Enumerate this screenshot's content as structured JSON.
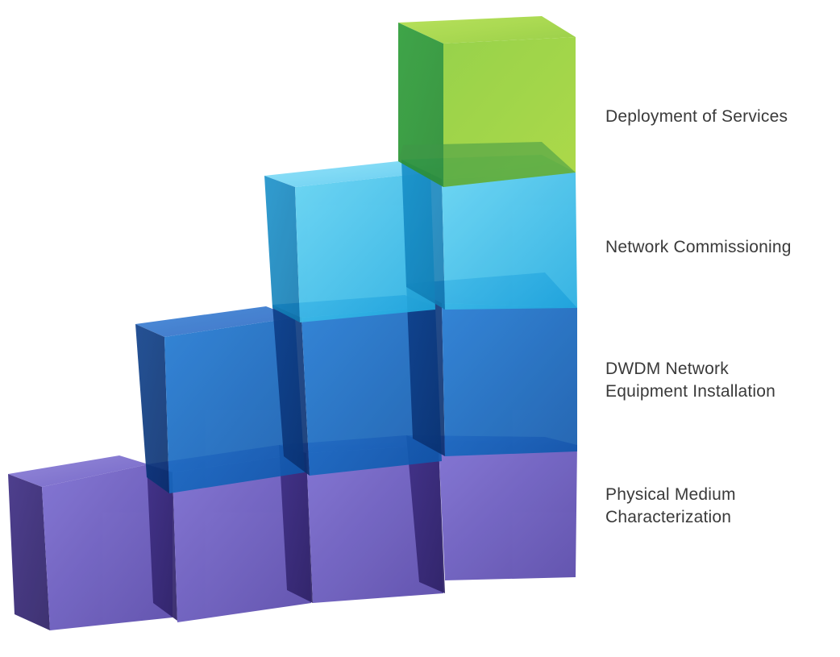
{
  "tiers": [
    {
      "id": "services",
      "label_lines": [
        "Deployment of Services"
      ],
      "color": "#7cc242"
    },
    {
      "id": "commissioning",
      "label_lines": [
        "Network Commissioning"
      ],
      "color": "#22b5e6"
    },
    {
      "id": "installation",
      "label_lines": [
        "DWDM Network",
        "Equipment Installation"
      ],
      "color": "#1565c0"
    },
    {
      "id": "characterization",
      "label_lines": [
        "Physical Medium",
        "Characterization"
      ],
      "color": "#5b4fb0"
    }
  ]
}
